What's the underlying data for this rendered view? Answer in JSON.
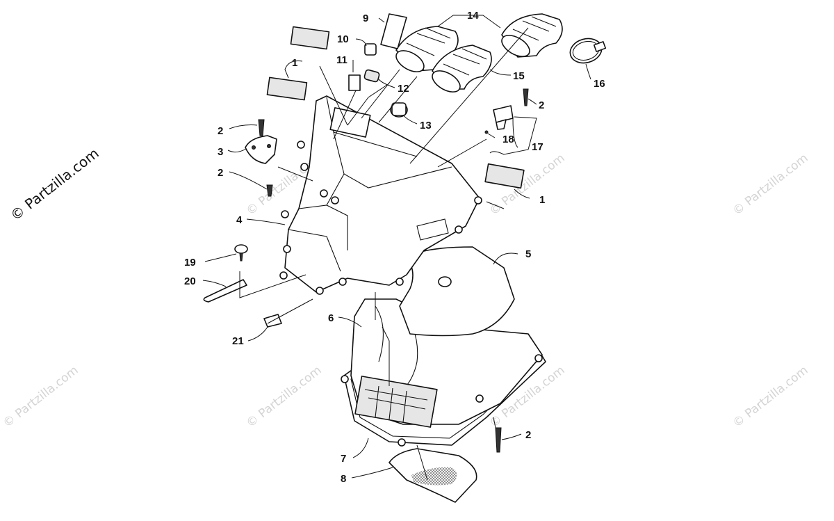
{
  "copyright": "© Partzilla.com",
  "watermark_text": "© Partzilla.com",
  "callouts": {
    "c1a": "1",
    "c1b": "1",
    "c2a": "2",
    "c2b": "2",
    "c2c": "2",
    "c2d": "2",
    "c3": "3",
    "c4": "4",
    "c5": "5",
    "c6": "6",
    "c7": "7",
    "c8": "8",
    "c9": "9",
    "c10": "10",
    "c11": "11",
    "c12": "12",
    "c13": "13",
    "c14": "14",
    "c15": "15",
    "c16": "16",
    "c17": "17",
    "c18": "18",
    "c19": "19",
    "c20": "20",
    "c21": "21"
  },
  "colors": {
    "line": "#111111",
    "watermark": "#d4d4d4",
    "background": "#ffffff"
  }
}
